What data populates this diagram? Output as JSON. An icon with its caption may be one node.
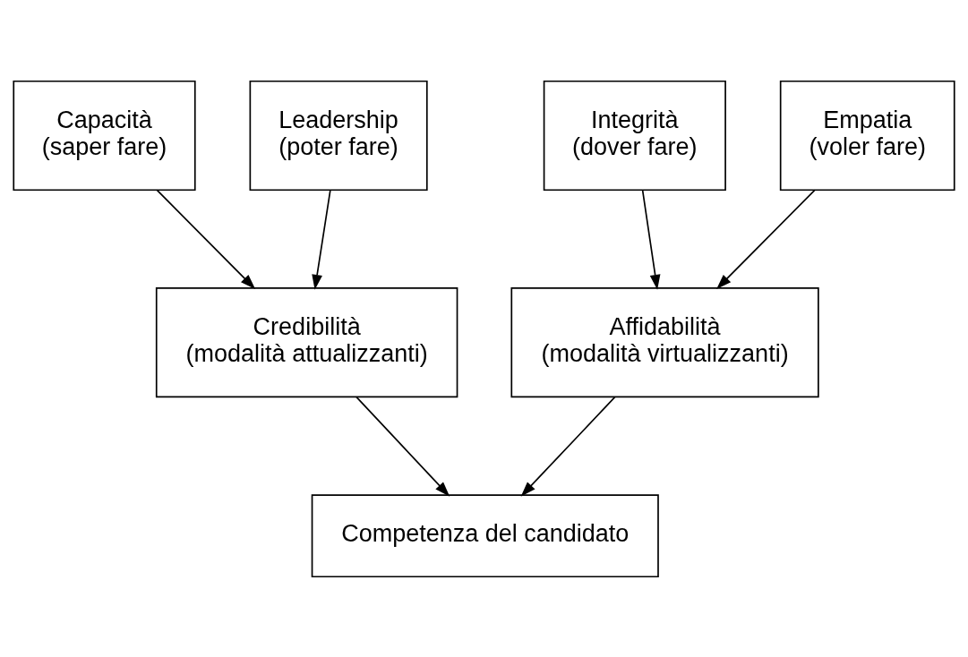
{
  "diagram": {
    "nodes": [
      {
        "text": [
          "Capacità (saper fare)"
        ]
      },
      {
        "text": [
          "Leadership (poter fare)"
        ]
      },
      {
        "text": [
          "Integrità (dover fare)"
        ]
      },
      {
        "text": [
          "Empatia (voler fare)"
        ]
      },
      {
        "text": [
          "Credibilità (modalità attualizzanti)"
        ]
      },
      {
        "text": [
          "Affidabilità (modalità virtualizzanti)"
        ]
      },
      {
        "text": [
          "Competenza del candidato"
        ]
      }
    ],
    "edges": [
      {
        "from": 0,
        "to": 4,
        "arrow": "to"
      },
      {
        "from": 1,
        "to": 4,
        "arrow": "to"
      },
      {
        "from": 2,
        "to": 5,
        "arrow": "to"
      },
      {
        "from": 3,
        "to": 5,
        "arrow": "to"
      },
      {
        "from": 4,
        "to": 6,
        "arrow": "to"
      },
      {
        "from": 5,
        "to": 6,
        "arrow": "to"
      }
    ]
  }
}
